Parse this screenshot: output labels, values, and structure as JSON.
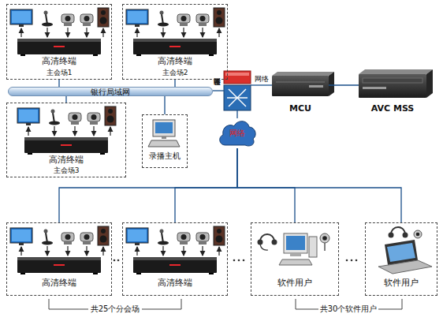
{
  "diagram": {
    "nodes": [
      {
        "text": [
          "高清终端",
          "主会场1"
        ]
      },
      {
        "text": [
          "高清终端",
          "主会场2"
        ]
      },
      {
        "text": [
          "银行局域网"
        ]
      },
      {
        "text": [
          "高清终端",
          "主会场3"
        ]
      },
      {
        "text": [
          "网络设备"
        ]
      },
      {
        "text": [
          "录播主机"
        ]
      },
      {
        "text": [
          "MCU"
        ]
      },
      {
        "text": [
          "AVC MSS"
        ]
      },
      {
        "text": [
          "网络"
        ]
      },
      {
        "text": [
          "高清终端"
        ]
      },
      {
        "text": [
          "高清终端"
        ]
      },
      {
        "text": [
          "软件用户"
        ]
      },
      {
        "text": [
          "软件用户"
        ]
      }
    ],
    "edges": [
      {
        "from": 0,
        "to": 2,
        "arrow": "none"
      },
      {
        "from": 1,
        "to": 2,
        "arrow": "none"
      },
      {
        "from": 3,
        "to": 2,
        "arrow": "none"
      },
      {
        "from": 5,
        "to": 2,
        "arrow": "none"
      },
      {
        "from": 2,
        "to": 4,
        "arrow": "none"
      },
      {
        "from": 4,
        "to": 6,
        "label": "网络",
        "arrow": "none"
      },
      {
        "from": 6,
        "to": 7,
        "arrow": "none"
      },
      {
        "from": 4,
        "to": 8,
        "arrow": "none"
      },
      {
        "from": 8,
        "to": 9,
        "arrow": "none"
      },
      {
        "from": 8,
        "to": 10,
        "arrow": "none"
      },
      {
        "from": 8,
        "to": 11,
        "arrow": "none"
      },
      {
        "from": 8,
        "to": 12,
        "arrow": "none"
      }
    ],
    "labels": [
      "共25个分会场",
      "共30个软件用户"
    ]
  }
}
